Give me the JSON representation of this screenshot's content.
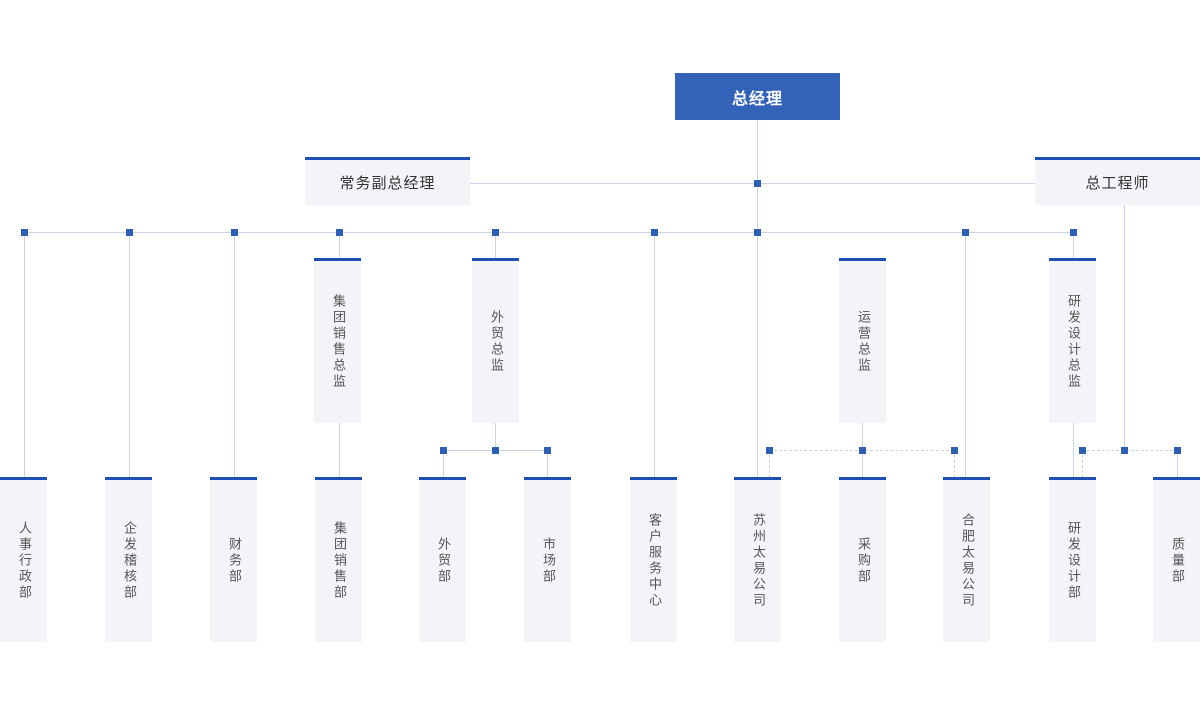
{
  "top": {
    "label": "总经理"
  },
  "deputies": {
    "left": "常务副总经理",
    "right": "总工程师"
  },
  "directors": {
    "sales": "集团销售总监",
    "foreign_trade": "外贸总监",
    "operations": "运营总监",
    "rd": "研发设计总监"
  },
  "departments": [
    "人事行政部",
    "企发稽核部",
    "财务部",
    "集团销售部",
    "外贸部",
    "市场部",
    "客户服务中心",
    "苏州太易公司",
    "采购部",
    "合肥太易公司",
    "研发设计部",
    "质量部"
  ],
  "colors": {
    "accent": "#3263b8",
    "box_border": "#1f4fb3",
    "box_fill": "#f2f4f8",
    "connector": "#c9d6ea",
    "junction": "#2f5fb3"
  }
}
